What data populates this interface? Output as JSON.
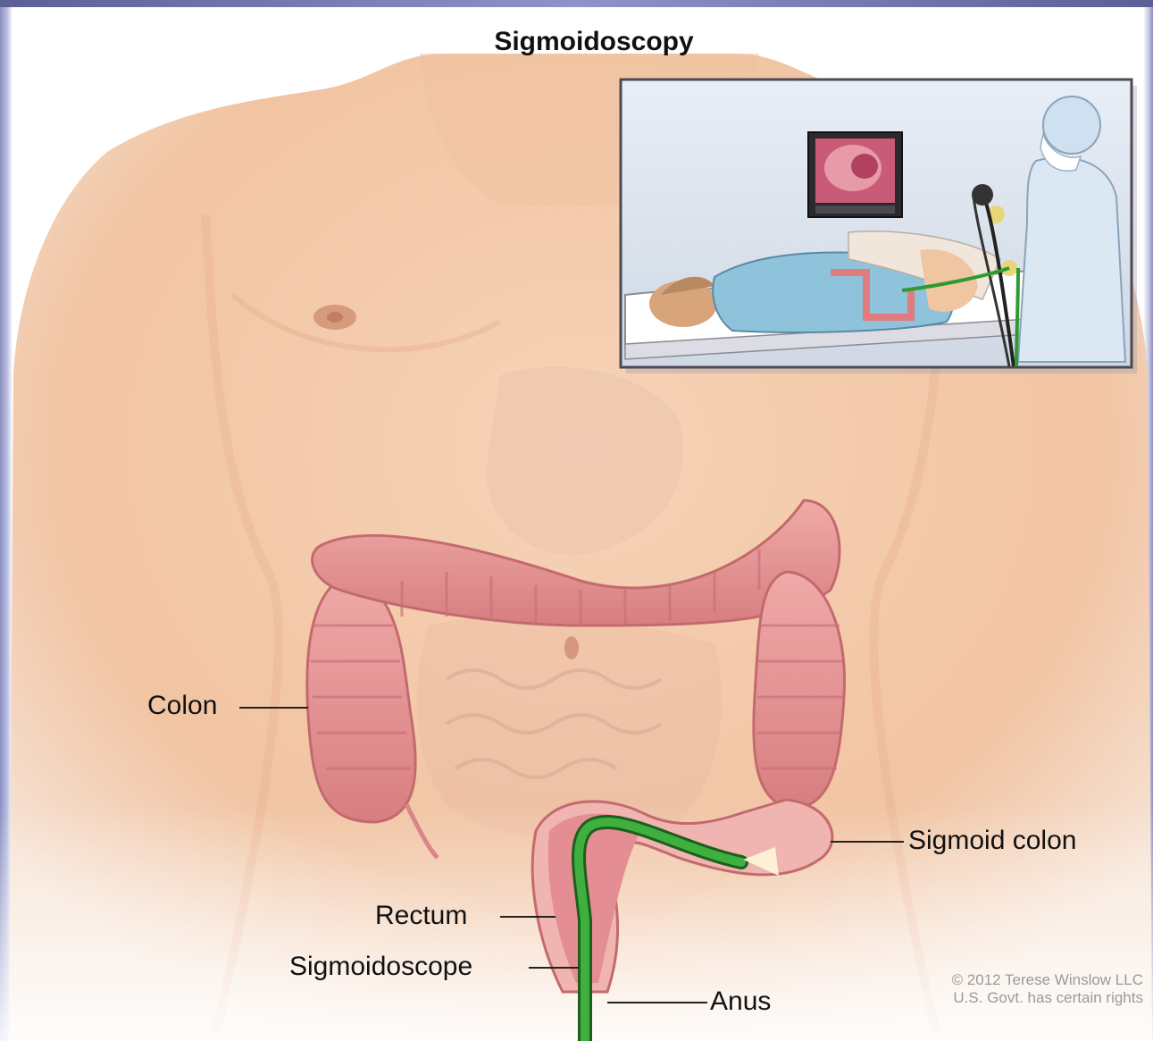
{
  "title": "Sigmoidoscopy",
  "labels": {
    "colon": "Colon",
    "sigmoid_colon": "Sigmoid colon",
    "rectum": "Rectum",
    "sigmoidoscope": "Sigmoidoscope",
    "anus": "Anus"
  },
  "copyright": {
    "line1": "© 2012 Terese Winslow LLC",
    "line2": "U.S. Govt. has certain rights"
  },
  "colors": {
    "skin": "#f2c9a8",
    "colon": "#e8999a",
    "scope": "#2f9a2f",
    "frame": "#4a4a55"
  }
}
